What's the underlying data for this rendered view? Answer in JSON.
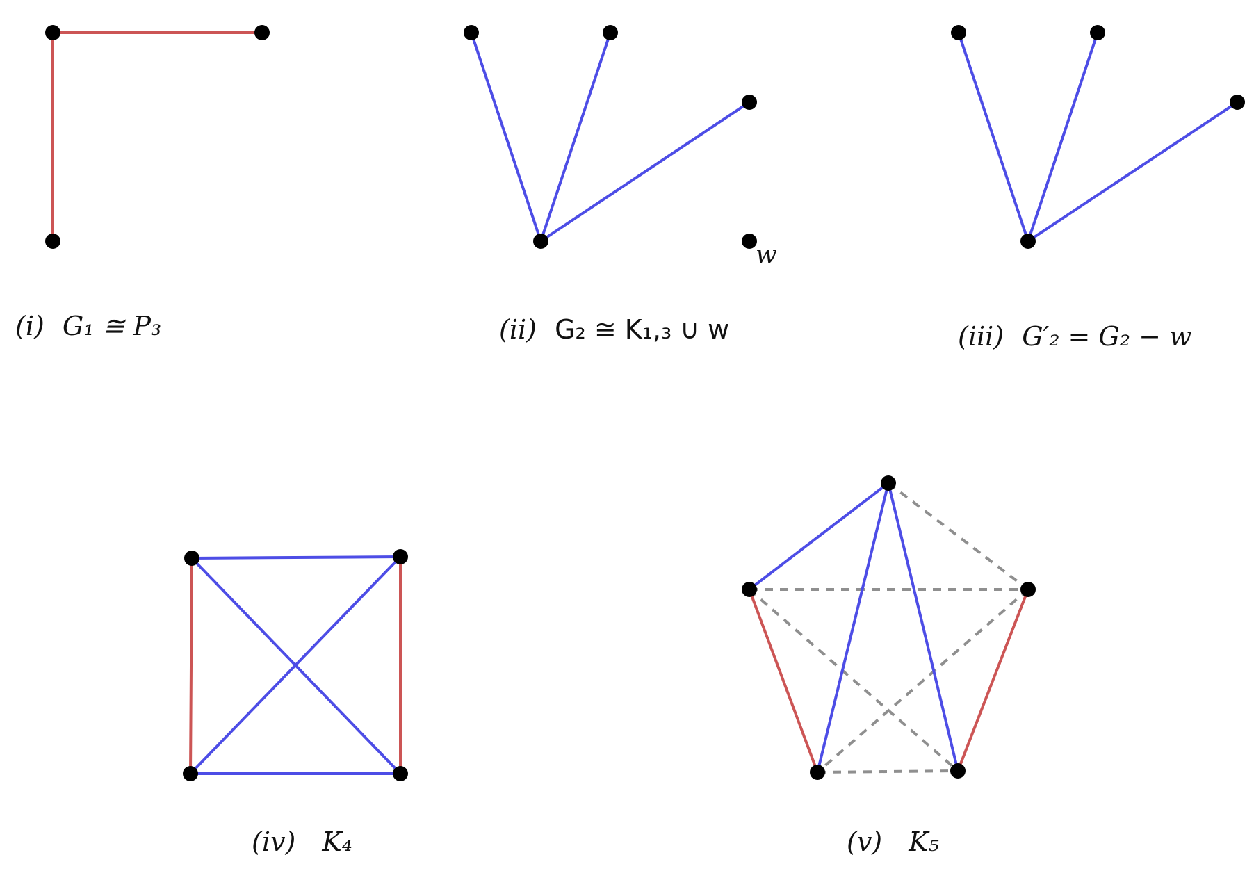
{
  "colors": {
    "red": "#cc5555",
    "blue": "#4d4de6",
    "gray": "#8f8f8f",
    "vertex": "#000000"
  },
  "graphs": {
    "g1": {
      "caption_num": "(i)",
      "caption_expr": "G₁ ≅ P₃"
    },
    "g2": {
      "caption_num": "(ii)",
      "caption_expr": "G₂ ≅ K₁,₃ ∪ w",
      "vertex_label": "w"
    },
    "g3": {
      "caption_num": "(iii)",
      "caption_expr": "G′₂ = G₂ − w"
    },
    "g4": {
      "caption_num": "(iv)",
      "caption_expr": "K₄"
    },
    "g5": {
      "caption_num": "(v)",
      "caption_expr": "K₅"
    }
  }
}
